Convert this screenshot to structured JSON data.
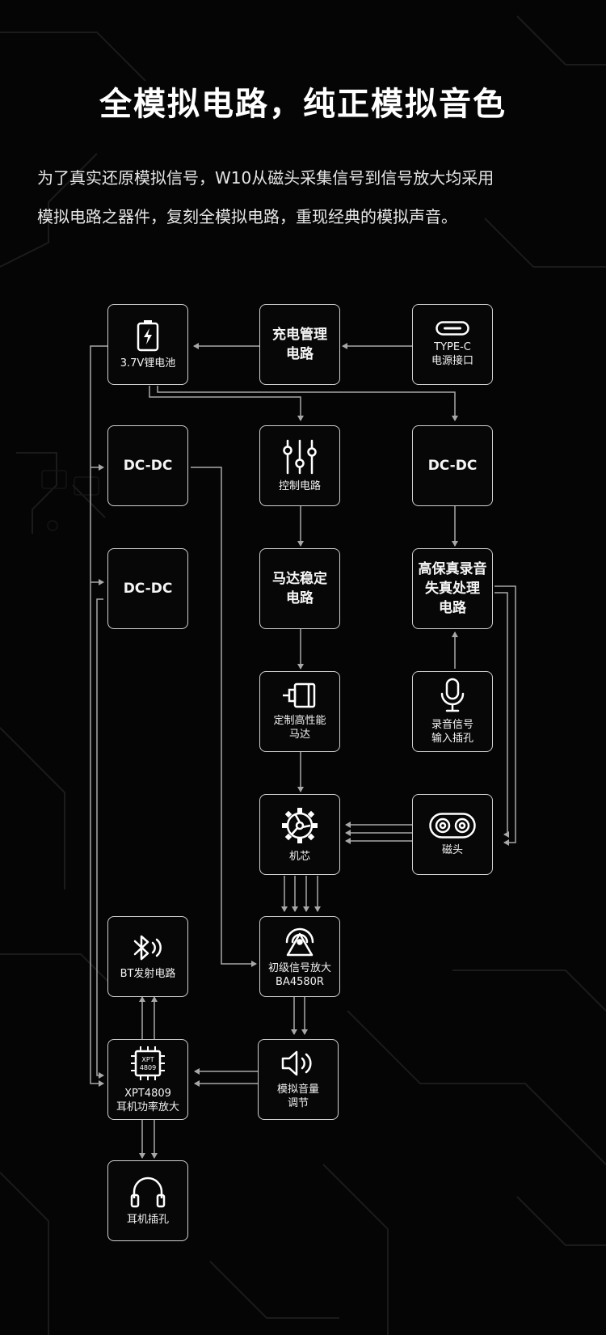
{
  "header": {
    "title": "全模拟电路，纯正模拟音色"
  },
  "intro": {
    "line1": "为了真实还原模拟信号，W10从磁头采集信号到信号放大均采用",
    "line2": "模拟电路之器件，复刻全模拟电路，重现经典的模拟声音。"
  },
  "nodes": {
    "battery": {
      "label": "3.7V锂电池",
      "icon": "battery-icon"
    },
    "charge": {
      "line1": "充电管理",
      "line2": "电路"
    },
    "typec": {
      "line1": "TYPE-C",
      "line2": "电源接口",
      "icon": "usb-c-port-icon"
    },
    "dcdc1": {
      "label": "DC-DC"
    },
    "control": {
      "label": "控制电路",
      "icon": "sliders-icon"
    },
    "dcdc_right": {
      "label": "DC-DC"
    },
    "dcdc2": {
      "label": "DC-DC"
    },
    "motor_stab": {
      "line1": "马达稳定",
      "line2": "电路"
    },
    "hifi": {
      "line1": "高保真录音",
      "line2": "失真处理",
      "line3": "电路"
    },
    "motor": {
      "line1": "定制高性能",
      "line2": "马达",
      "icon": "motor-icon"
    },
    "rec_input": {
      "line1": "录音信号",
      "line2": "输入插孔",
      "icon": "microphone-icon"
    },
    "mechanism": {
      "label": "机芯",
      "icon": "gear-icon"
    },
    "head": {
      "label": "磁头",
      "icon": "tape-head-icon"
    },
    "bt": {
      "label": "BT发射电路",
      "icon": "bluetooth-icon"
    },
    "preamp": {
      "line1": "初级信号放大",
      "line2": "BA4580R",
      "icon": "signal-icon"
    },
    "xpt": {
      "line1": "XPT4809",
      "line2": "耳机功率放大",
      "icon": "chip-icon",
      "chip_line1": "XPT",
      "chip_line2": "4809"
    },
    "volume": {
      "line1": "模拟音量",
      "line2": "调节",
      "icon": "speaker-icon"
    },
    "jack": {
      "label": "耳机插孔",
      "icon": "headphones-icon"
    }
  },
  "colors": {
    "background": "#050505",
    "box_border": "#cfcfcf",
    "wire": "#a8a8a8",
    "text": "#ffffff"
  }
}
